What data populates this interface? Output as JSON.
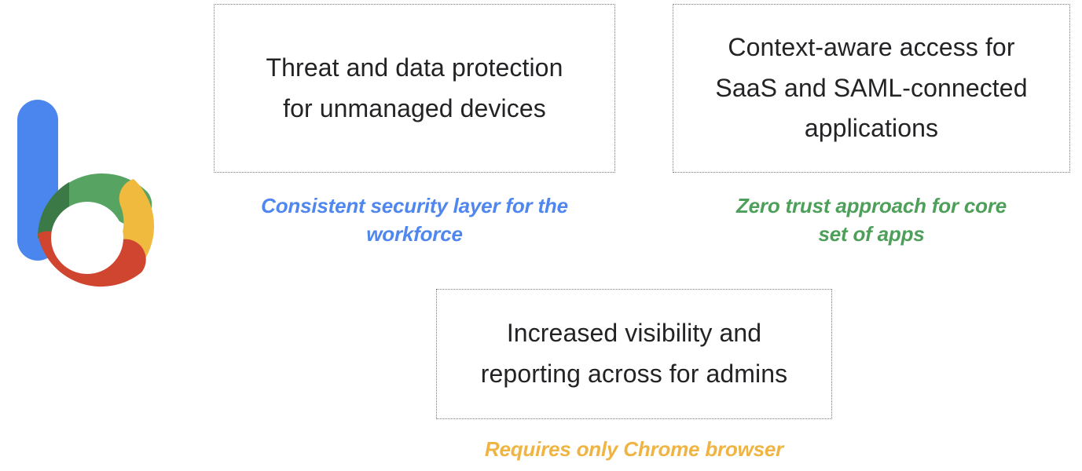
{
  "logo": {
    "name": "chrome-enterprise-b-logo",
    "colors": {
      "blue": "#4A86EE",
      "green": "#50A05C",
      "green_dark": "#3B7A46",
      "yellow": "#EFBA3D",
      "red": "#D0452F"
    }
  },
  "cards": [
    {
      "id": "threat",
      "name": "card-threat-protection",
      "text": "Threat and data protection\nfor unmanaged devices",
      "caption": {
        "id": "workforce",
        "name": "caption-consistent-security-layer",
        "text": "Consistent security layer for the\nworkforce",
        "color": "#4F87EE"
      }
    },
    {
      "id": "context",
      "name": "card-context-aware-access",
      "text": "Context-aware access for\nSaaS and SAML-connected\napplications",
      "caption": {
        "id": "zerotrust",
        "name": "caption-zero-trust-approach",
        "text": "Zero trust approach for core\nset of apps",
        "color": "#4E9F5A"
      }
    },
    {
      "id": "visibility",
      "name": "card-visibility-reporting",
      "text": "Increased visibility and\nreporting across for admins",
      "caption": {
        "id": "chrome",
        "name": "caption-requires-chrome-browser",
        "text": "Requires only Chrome browser",
        "color": "#EFB441"
      }
    }
  ]
}
